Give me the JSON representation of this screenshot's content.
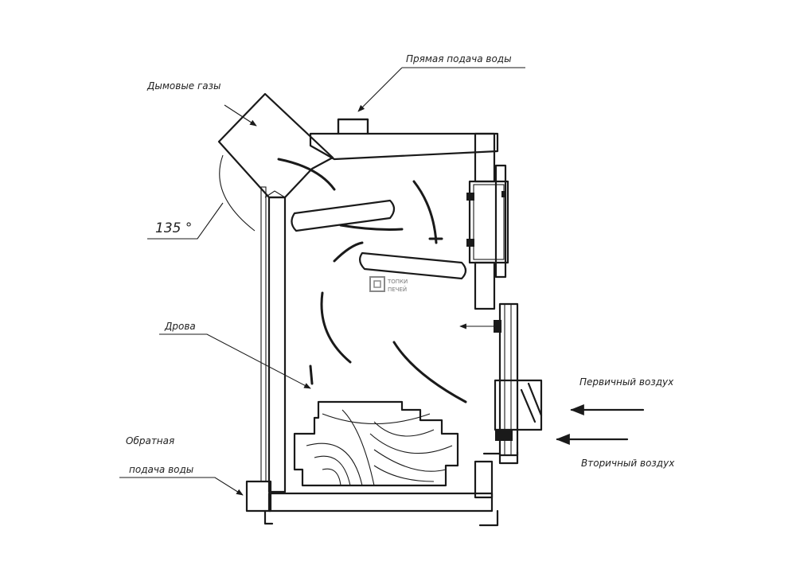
{
  "labels": {
    "direct_water": "Прямая подача воды",
    "flue_gas": "Дымовые газы",
    "angle": "135 °",
    "firewood": "Дрова",
    "return_water_line1": "Обратная",
    "return_water_line2": "подача воды",
    "primary_air": "Первичный воздух",
    "secondary_air": "Вторичный воздух"
  },
  "watermark": {
    "line1": "ТОПКИ",
    "line2": "ПЕЧЕЙ"
  },
  "colors": {
    "line": "#1a1a1a",
    "text": "#222222",
    "background": "#ffffff"
  }
}
